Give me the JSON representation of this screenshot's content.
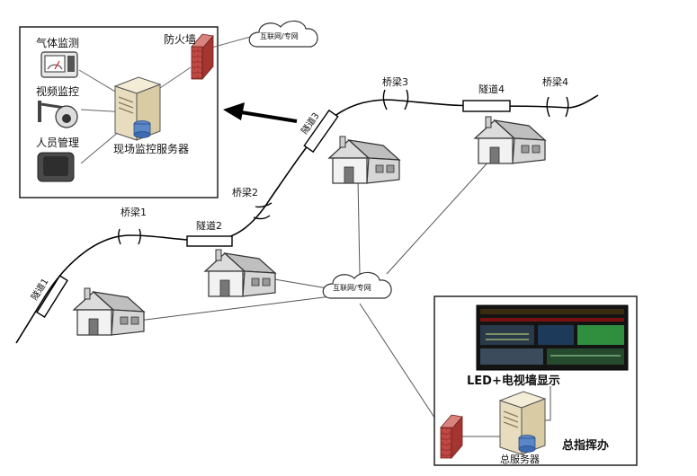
{
  "site_box": {
    "gas_label": "气体监测",
    "video_label": "视频监控",
    "people_label": "人员管理",
    "server_label": "现场监控服务器",
    "firewall_label": "防火墙",
    "cloud_label": "互联网/专网"
  },
  "route": {
    "tunnel1": "隧道1",
    "bridge1": "桥梁1",
    "tunnel2": "隧道2",
    "bridge2": "桥梁2",
    "tunnel3": "隧道3",
    "bridge3": "桥梁3",
    "tunnel4": "隧道4",
    "bridge4": "桥梁4"
  },
  "network": {
    "cloud_label": "互联网/专网"
  },
  "hq_box": {
    "display_label": "LED+电视墙显示",
    "server_label": "总服务器",
    "office_label": "总指挥办"
  },
  "colors": {
    "line": "#000000",
    "link": "#555555",
    "firewall": "#b23a3a",
    "server": "#efe7cf",
    "screen": "#1a1a1a",
    "screen_accent": "#2f8f3f"
  }
}
